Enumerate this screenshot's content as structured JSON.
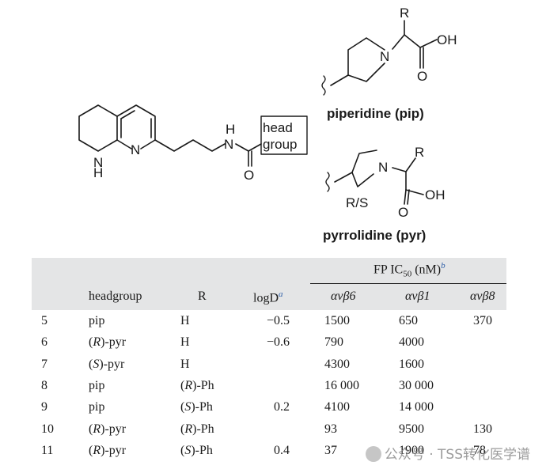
{
  "scheme": {
    "labels": {
      "headgroup": [
        "head",
        "group"
      ],
      "pip_name": "piperidine (pip)",
      "pyr_name": "pyrrolidine (pyr)",
      "rs": "R/S",
      "R": "R",
      "N": "N",
      "NH_N": "N",
      "NH_H": "H",
      "H": "H",
      "O": "O",
      "OH": "OH"
    }
  },
  "table": {
    "group_header": {
      "text": "FP IC",
      "sub": "50",
      "unit": " (nM)",
      "note": "b"
    },
    "columns": {
      "headgroup": "headgroup",
      "R": "R",
      "logD": "logD",
      "logD_note": "a",
      "avb6": "αvβ6",
      "avb1": "αvβ1",
      "avb8": "αvβ8"
    },
    "rows": [
      {
        "id": "5",
        "hg_pre": "",
        "hg_it": "",
        "hg_post": "pip",
        "r_pre": "",
        "r_it": "",
        "r_post": "H",
        "logD": "−0.5",
        "avb6": "1500",
        "avb1": "650",
        "avb8": "370"
      },
      {
        "id": "6",
        "hg_pre": "(",
        "hg_it": "R",
        "hg_post": ")-pyr",
        "r_pre": "",
        "r_it": "",
        "r_post": "H",
        "logD": "−0.6",
        "avb6": "790",
        "avb1": "4000",
        "avb8": ""
      },
      {
        "id": "7",
        "hg_pre": "(",
        "hg_it": "S",
        "hg_post": ")-pyr",
        "r_pre": "",
        "r_it": "",
        "r_post": "H",
        "logD": "",
        "avb6": "4300",
        "avb1": "1600",
        "avb8": ""
      },
      {
        "id": "8",
        "hg_pre": "",
        "hg_it": "",
        "hg_post": "pip",
        "r_pre": "(",
        "r_it": "R",
        "r_post": ")-Ph",
        "logD": "",
        "avb6": "16 000",
        "avb1": "30 000",
        "avb8": ""
      },
      {
        "id": "9",
        "hg_pre": "",
        "hg_it": "",
        "hg_post": "pip",
        "r_pre": "(",
        "r_it": "S",
        "r_post": ")-Ph",
        "logD": "0.2",
        "avb6": "4100",
        "avb1": "14 000",
        "avb8": ""
      },
      {
        "id": "10",
        "hg_pre": "(",
        "hg_it": "R",
        "hg_post": ")-pyr",
        "r_pre": "(",
        "r_it": "R",
        "r_post": ")-Ph",
        "logD": "",
        "avb6": "93",
        "avb1": "9500",
        "avb8": "130"
      },
      {
        "id": "11",
        "hg_pre": "(",
        "hg_it": "R",
        "hg_post": ")-pyr",
        "r_pre": "(",
        "r_it": "S",
        "r_post": ")-Ph",
        "logD": "0.4",
        "avb6": "37",
        "avb1": "1900",
        "avb8": "78"
      }
    ]
  },
  "watermark": {
    "text": "公众号 · TSS转化医学谱"
  }
}
